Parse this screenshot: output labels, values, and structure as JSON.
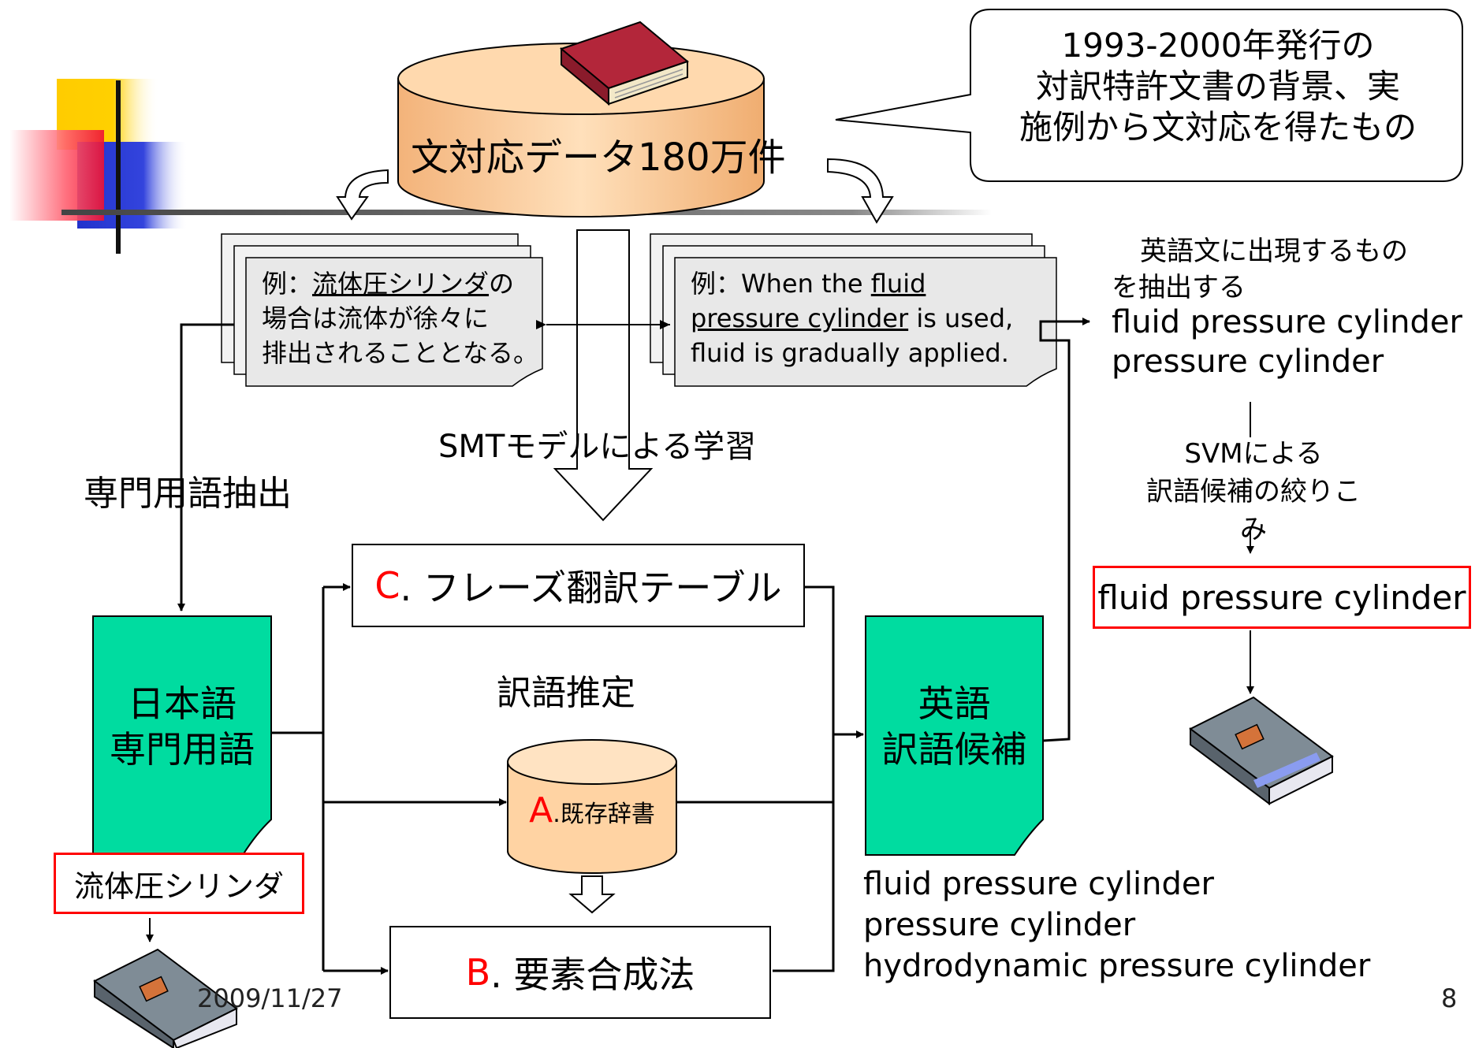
{
  "corpus": {
    "label": "文対応データ180万件"
  },
  "callout": {
    "lines": [
      "1993-2000年発行の",
      "対訳特許文書の背景、実",
      "施例から文対応を得たもの"
    ]
  },
  "jp_example": {
    "prefix": "例：",
    "term": "流体圧シリンダ",
    "rest1": "の",
    "line2": "場合は流体が徐々に",
    "line3": "排出されることとなる。"
  },
  "en_example": {
    "prefix": "例：When the ",
    "term1": "fluid",
    "term2": "pressure cylinder",
    "rest2": " is used,",
    "line3": "fluid is gradually applied."
  },
  "labels": {
    "smt": "SMTモデルによる学習",
    "term_extract": "専門用語抽出",
    "estimate": "訳語推定",
    "en_extract_1": "英語文に出現するもの",
    "en_extract_2": "を抽出する",
    "svm_1": "SVMによる",
    "svm_2": "訳語候補の絞りこみ"
  },
  "extracted": [
    "fluid pressure cylinder",
    "pressure cylinder"
  ],
  "jp_term": {
    "line1": "日本語",
    "line2": "専門用語"
  },
  "en_cand": {
    "line1": "英語",
    "line2": "訳語候補"
  },
  "method_c": {
    "letter": "C",
    "label": ". フレーズ翻訳テーブル"
  },
  "method_a": {
    "letter": "A",
    "label": ".既存辞書"
  },
  "method_b": {
    "letter": "B",
    "label": ". 要素合成法"
  },
  "jp_result": "流体圧シリンダ",
  "en_result": "fluid pressure cylinder",
  "candidates": [
    "fluid pressure cylinder",
    "pressure cylinder",
    "hydrodynamic pressure cylinder"
  ],
  "footer": {
    "date": "2009/11/27",
    "page": "8"
  },
  "colors": {
    "accent_red": "#ff0000",
    "green": "#00dca0",
    "peach": "#ffd3a3"
  }
}
